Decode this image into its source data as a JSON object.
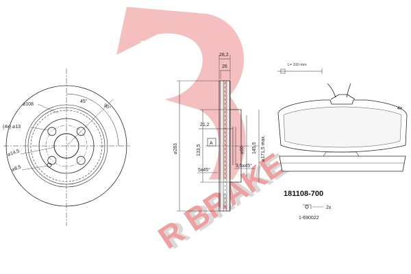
{
  "watermark": {
    "brand_text": "R BRAKE",
    "logo_color": "#f3b4b4",
    "text_color_front": "#ef9f9f",
    "text_color_back": "#d9d9d9"
  },
  "disc_front": {
    "pcd_label": "⌀108",
    "bolts_label": "(4x) ⌀13",
    "center_label": "⌀14,5",
    "small_hole_label": "⌀8,5",
    "angle_45_label": "45°",
    "angle_90_label": "90°"
  },
  "disc_section": {
    "width_total": "28,2",
    "width_inner": "26",
    "outer_diameter": "⌀283",
    "hub_diameter": "133,5",
    "depth": "21,2",
    "center_bore": "⌀66",
    "hat_diameter": "145,5",
    "min_diameter": "⌀171,5 max.",
    "chamfer_left": "5x45°",
    "chamfer_right": "3,5x45°",
    "ref_letter": "A"
  },
  "pad": {
    "sensor_label": "L= 310 mm",
    "qty_label": "4x",
    "part_number": "181108-700",
    "accessory_qty": "2x",
    "accessory_number": "1-690022"
  }
}
